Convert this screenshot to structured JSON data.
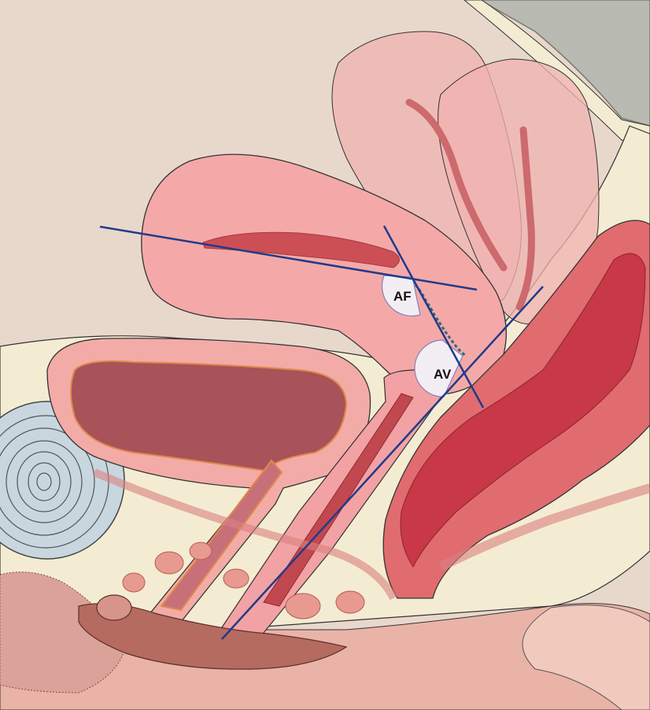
{
  "labels": {
    "anteflexion": "AF",
    "anteversion": "AV"
  },
  "colors": {
    "abdomen_background": "#e8d8cc",
    "uterus_body": "#f4a9a8",
    "uterus_posterior_positions": "#f0b3b0",
    "endometrial_cavity": "#cc4f55",
    "bladder_wall": "#f3aba8",
    "bladder_lumen": "#a8525a",
    "rectum_wall": "#e06c6f",
    "rectum_lumen": "#c83846",
    "pubic_bone": "#c8d6e0",
    "fat_tissue": "#f4ecd2",
    "axis_lines": "#1f3b8a",
    "angle_markers": "#f3eef4"
  },
  "axis_lines": [
    "uterine-body-axis",
    "cervical-axis",
    "vaginal-axis"
  ],
  "angle_markers": [
    "anteflexion-angle",
    "anteversion-angle"
  ]
}
